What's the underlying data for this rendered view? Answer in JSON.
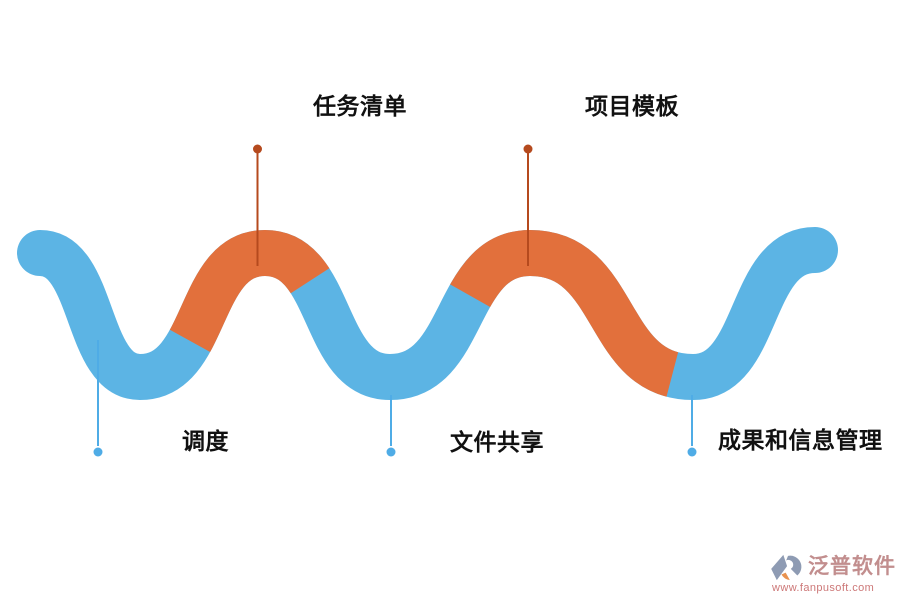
{
  "diagram": {
    "colors": {
      "wave_blue": "#5CB4E4",
      "wave_orange": "#E2703C",
      "pointer_top": "#B54A1E",
      "pointer_bottom": "#4FACE6",
      "label_text": "#111111"
    },
    "wave": {
      "stroke_width": 46,
      "orange_segments_x": [
        [
          190,
          310
        ],
        [
          470,
          672
        ]
      ]
    },
    "top_labels": [
      {
        "text": "任务清单"
      },
      {
        "text": "项目模板"
      }
    ],
    "bottom_labels": [
      {
        "text": "调度"
      },
      {
        "text": "文件共享"
      },
      {
        "text": "成果和信息管理"
      }
    ]
  },
  "watermark": {
    "brand": "泛普软件",
    "url": "www.fanpusoft.com"
  }
}
